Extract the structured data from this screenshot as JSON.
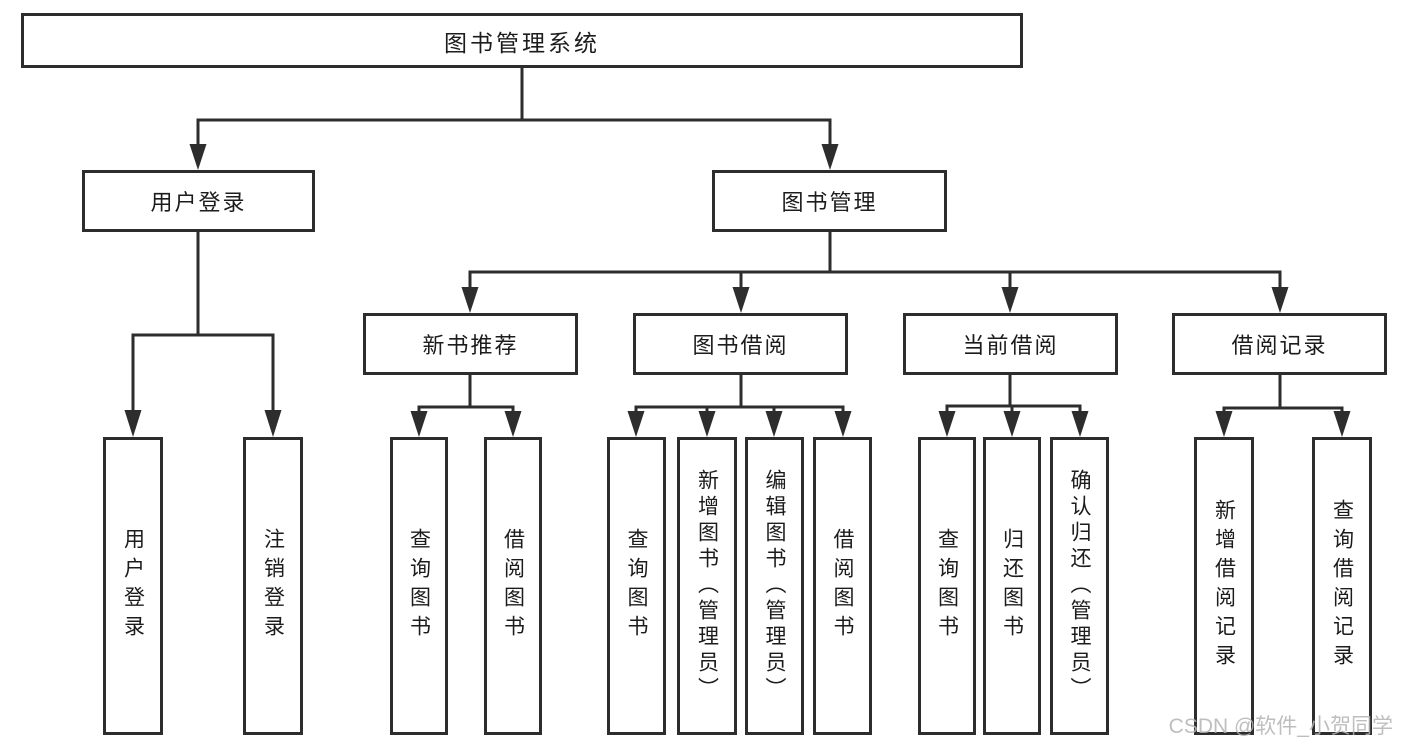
{
  "tree": {
    "label": "图书管理系统",
    "children": [
      {
        "label": "用户登录",
        "children": [
          {
            "label": "用户登录"
          },
          {
            "label": "注销登录"
          }
        ]
      },
      {
        "label": "图书管理",
        "children": [
          {
            "label": "新书推荐",
            "children": [
              {
                "label": "查询图书"
              },
              {
                "label": "借阅图书"
              }
            ]
          },
          {
            "label": "图书借阅",
            "children": [
              {
                "label": "查询图书"
              },
              {
                "label": "新增图书（管理员）"
              },
              {
                "label": "编辑图书（管理员）"
              },
              {
                "label": "借阅图书"
              }
            ]
          },
          {
            "label": "当前借阅",
            "children": [
              {
                "label": "查询图书"
              },
              {
                "label": "归还图书"
              },
              {
                "label": "确认归还（管理员）"
              }
            ]
          },
          {
            "label": "借阅记录",
            "children": [
              {
                "label": "新增借阅记录"
              },
              {
                "label": "查询借阅记录"
              }
            ]
          }
        ]
      }
    ]
  },
  "watermark": "CSDN @软件_小贺同学",
  "colors": {
    "line": "#2d2d2d",
    "box_border": "#2d2d2d",
    "text": "#1c1c1c",
    "watermark": "#b3b3b3"
  }
}
